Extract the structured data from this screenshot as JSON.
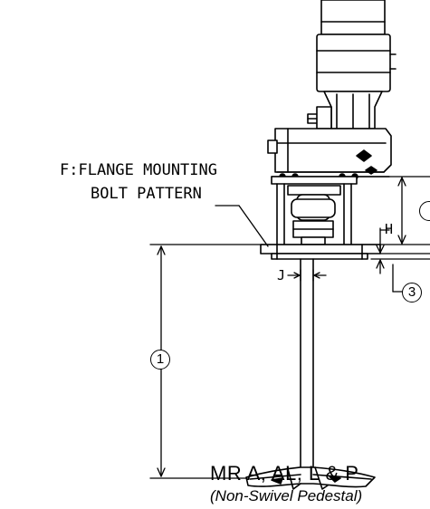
{
  "diagram": {
    "callout_flange": [
      "F:FLANGE MOUNTING",
      "BOLT PATTERN"
    ],
    "dim_h": "H",
    "dim_j": "J",
    "marker_1": "1",
    "marker_3": "3",
    "caption_model": "MR A, AL, L & P",
    "caption_note": "(Non-Swivel Pedestal)"
  }
}
